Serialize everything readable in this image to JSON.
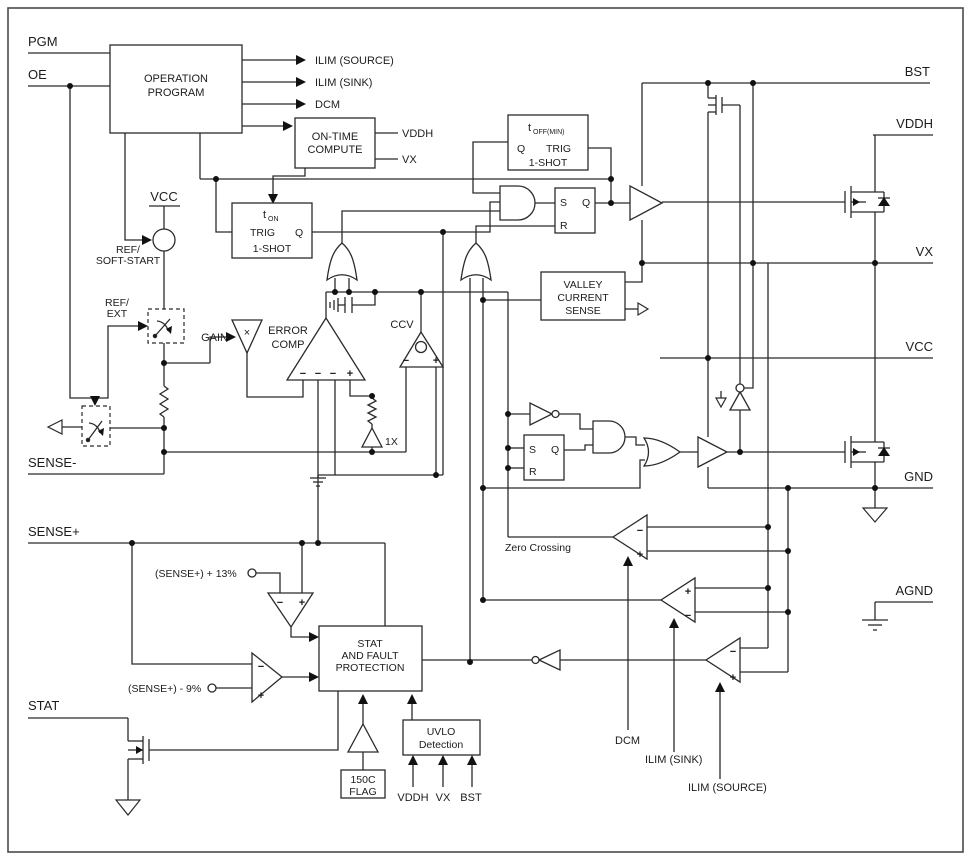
{
  "pins_left": {
    "pgm": "PGM",
    "oe": "OE",
    "vcc": "VCC",
    "sense_minus": "SENSE-",
    "sense_plus": "SENSE+",
    "stat": "STAT"
  },
  "pins_right": {
    "bst": "BST",
    "vddh": "VDDH",
    "vx": "VX",
    "vcc": "VCC",
    "gnd": "GND",
    "agnd": "AGND"
  },
  "op_block": {
    "line1": "OPERATION",
    "line2": "PROGRAM",
    "out_ilim_source": "ILIM (SOURCE)",
    "out_ilim_sink": "ILIM (SINK)",
    "out_dcm": "DCM"
  },
  "ontime_block": {
    "line1": "ON-TIME",
    "line2": "COMPUTE",
    "out_vddh": "VDDH",
    "out_vx": "VX"
  },
  "oneshot": {
    "t": "t",
    "on_sub": "ON",
    "off_sub": "OFF(MIN)",
    "trig": "TRIG",
    "q": "Q",
    "label": "1-SHOT"
  },
  "latch": {
    "s": "S",
    "r": "R",
    "q": "Q"
  },
  "valley_block": {
    "line1": "VALLEY",
    "line2": "CURRENT",
    "line3": "SENSE"
  },
  "ref": {
    "soft_start_1": "REF/",
    "soft_start_2": "SOFT-START",
    "ext_1": "REF/",
    "ext_2": "EXT"
  },
  "error_amp": {
    "gain": "GAIN",
    "times": "×",
    "line1": "ERROR",
    "line2": "COMP",
    "ccv": "CCV",
    "buffer": "1X",
    "minus": "−",
    "plus": "+"
  },
  "comparators": {
    "zero_crossing": "Zero Crossing",
    "plus13": "(SENSE+) + 13%",
    "minus9": "(SENSE+) - 9%",
    "minus": "−",
    "plus": "+"
  },
  "stat_block": {
    "line1": "STAT",
    "line2": "AND FAULT",
    "line3": "PROTECTION"
  },
  "uvlo_block": {
    "line1": "UVLO",
    "line2": "Detection",
    "in_vddh": "VDDH",
    "in_vx": "VX",
    "in_bst": "BST"
  },
  "flag_block": {
    "line1": "150C",
    "line2": "FLAG"
  },
  "bottom_signals": {
    "dcm": "DCM",
    "ilim_sink": "ILIM (SINK)",
    "ilim_source": "ILIM (SOURCE)"
  }
}
